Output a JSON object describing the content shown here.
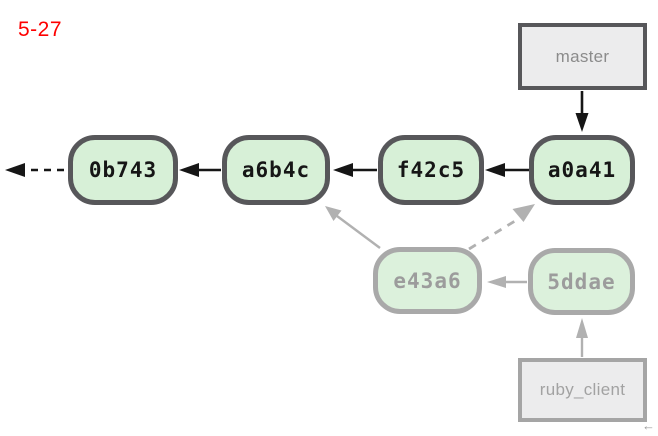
{
  "figure_label": "5-27",
  "diagram_type": "git-commit-graph",
  "commits": [
    {
      "label": "0b743",
      "faded": false
    },
    {
      "label": "a6b4c",
      "faded": false
    },
    {
      "label": "f42c5",
      "faded": false
    },
    {
      "label": "a0a41",
      "faded": false
    },
    {
      "label": "e43a6",
      "faded": true
    },
    {
      "label": "5ddae",
      "faded": true
    }
  ],
  "branches": [
    {
      "label": "master",
      "faded": false,
      "points_to": "a0a41"
    },
    {
      "label": "ruby_client",
      "faded": true,
      "points_to": "5ddae"
    }
  ],
  "edges": [
    {
      "from": "master",
      "to": "a0a41",
      "style": "solid",
      "color": "black"
    },
    {
      "from": "a0a41",
      "to": "f42c5",
      "style": "solid",
      "color": "black"
    },
    {
      "from": "f42c5",
      "to": "a6b4c",
      "style": "solid",
      "color": "black"
    },
    {
      "from": "a6b4c",
      "to": "0b743",
      "style": "solid",
      "color": "black"
    },
    {
      "from": "0b743",
      "to": "offscreen-left",
      "style": "dashed",
      "color": "black"
    },
    {
      "from": "e43a6",
      "to": "a6b4c",
      "style": "solid",
      "color": "gray"
    },
    {
      "from": "e43a6",
      "to": "a0a41",
      "style": "dashed",
      "color": "gray"
    },
    {
      "from": "5ddae",
      "to": "e43a6",
      "style": "solid",
      "color": "gray"
    },
    {
      "from": "ruby_client",
      "to": "5ddae",
      "style": "solid",
      "color": "gray"
    }
  ],
  "colors": {
    "figure_label": "#fe0000",
    "node_fill": "#d7f0d7",
    "node_border": "#57575a",
    "node_text": "#161616",
    "faded_node_fill": "#dcf1dc",
    "faded_node_border": "#a9a9a9",
    "faded_node_text": "#9c9c9c",
    "branch_box_fill": "#ececed",
    "branch_box_border": "#57575a",
    "branch_box_text": "#8b8b8b",
    "faded_branch_border": "#a5a5a5",
    "faded_branch_text": "#a2a2a2",
    "arrow_black": "#161616",
    "arrow_gray": "#b1b1b1"
  },
  "corner_glyph": "←"
}
